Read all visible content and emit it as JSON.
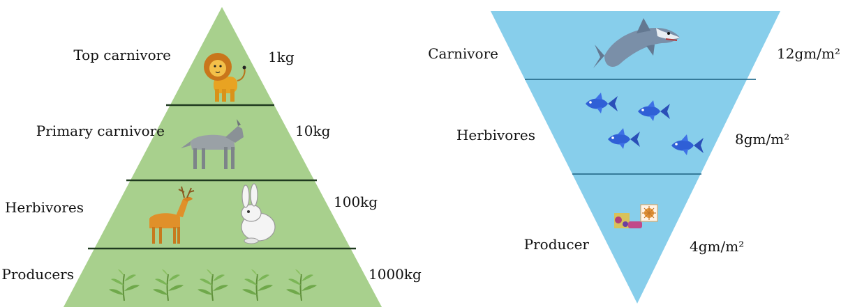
{
  "colors": {
    "pyramid_fill": "#a8d08d",
    "inverted_fill": "#87ceeb",
    "divider": "#1f3a1f",
    "text": "#111111"
  },
  "upright_pyramid": {
    "levels": [
      {
        "label": "Top carnivore",
        "value": "1kg",
        "icons": [
          "lion-icon"
        ]
      },
      {
        "label": "Primary carnivore",
        "value": "10kg",
        "icons": [
          "wolf-icon"
        ]
      },
      {
        "label": "Herbivores",
        "value": "100kg",
        "icons": [
          "deer-icon",
          "rabbit-icon"
        ]
      },
      {
        "label": "Producers",
        "value": "1000kg",
        "icons": [
          "plant-icon",
          "plant-icon",
          "plant-icon",
          "plant-icon",
          "plant-icon"
        ]
      }
    ]
  },
  "inverted_pyramid": {
    "levels": [
      {
        "label": "Carnivore",
        "value": "12gm/m²",
        "icons": [
          "shark-icon"
        ]
      },
      {
        "label": "Herbivores",
        "value": "8gm/m²",
        "icons": [
          "fish-icon",
          "fish-icon",
          "fish-icon",
          "fish-icon"
        ]
      },
      {
        "label": "Producer",
        "value": "4gm/m²",
        "icons": [
          "phytoplankton-icon"
        ]
      }
    ]
  }
}
